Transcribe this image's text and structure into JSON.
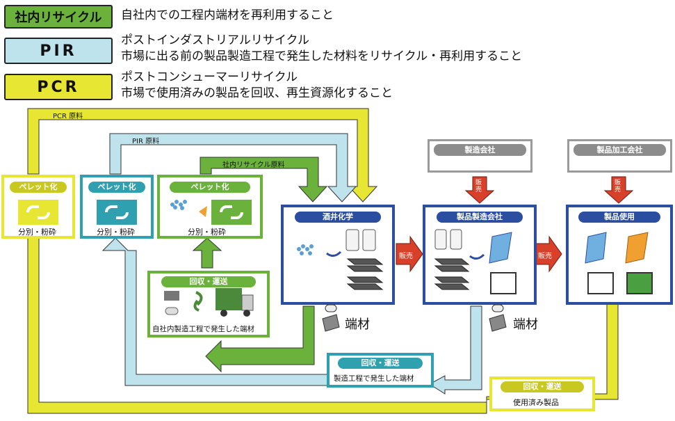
{
  "legend": [
    {
      "badge": "社内リサイクル",
      "color": "#6ab23c",
      "line1": "自社内での工程内端材を再利用すること",
      "line2": ""
    },
    {
      "badge": "PIR",
      "color": "#bfe3ec",
      "line1": "ポストインダストリアルリサイクル",
      "line2": "市場に出る前の製品製造工程で発生した材料をリサイクル・再利用すること"
    },
    {
      "badge": "PCR",
      "color": "#e6e633",
      "line1": "ポストコンシューマーリサイクル",
      "line2": "市場で使用済みの製品を回収、再生資源化すること"
    }
  ],
  "flows": {
    "pcr_label": "PCR 原料",
    "pir_label": "PIR 原料",
    "inhouse_label": "社内リサイクル原料"
  },
  "pellet_boxes": [
    {
      "title": "ペレット化",
      "caption": "分別・粉砕"
    },
    {
      "title": "ペレット化",
      "caption": "分別・粉砕"
    },
    {
      "title": "ペレット化",
      "caption": "分別・粉砕"
    }
  ],
  "collection_inhouse": {
    "title": "回収・運送",
    "caption": "自社内製造工程で発生した端材"
  },
  "collection_pir": {
    "title": "回収・運送",
    "caption": "製造工程で発生した端材"
  },
  "collection_pcr": {
    "title": "回収・運送",
    "caption": "使用済み製品"
  },
  "stages": [
    {
      "title": "酒井化学"
    },
    {
      "title": "製品製造会社"
    },
    {
      "title": "製品使用"
    }
  ],
  "sell_label": "販売",
  "companies": [
    {
      "title": "製造会社",
      "arrow": "販売"
    },
    {
      "title": "製品加工会社",
      "arrow": "販売"
    }
  ],
  "offcut_label": "端材",
  "colors": {
    "green": "#6ab23c",
    "lightblue": "#bfe3ec",
    "yellow": "#e6e633",
    "navy": "#2c4ea0",
    "red": "#d8402a"
  }
}
